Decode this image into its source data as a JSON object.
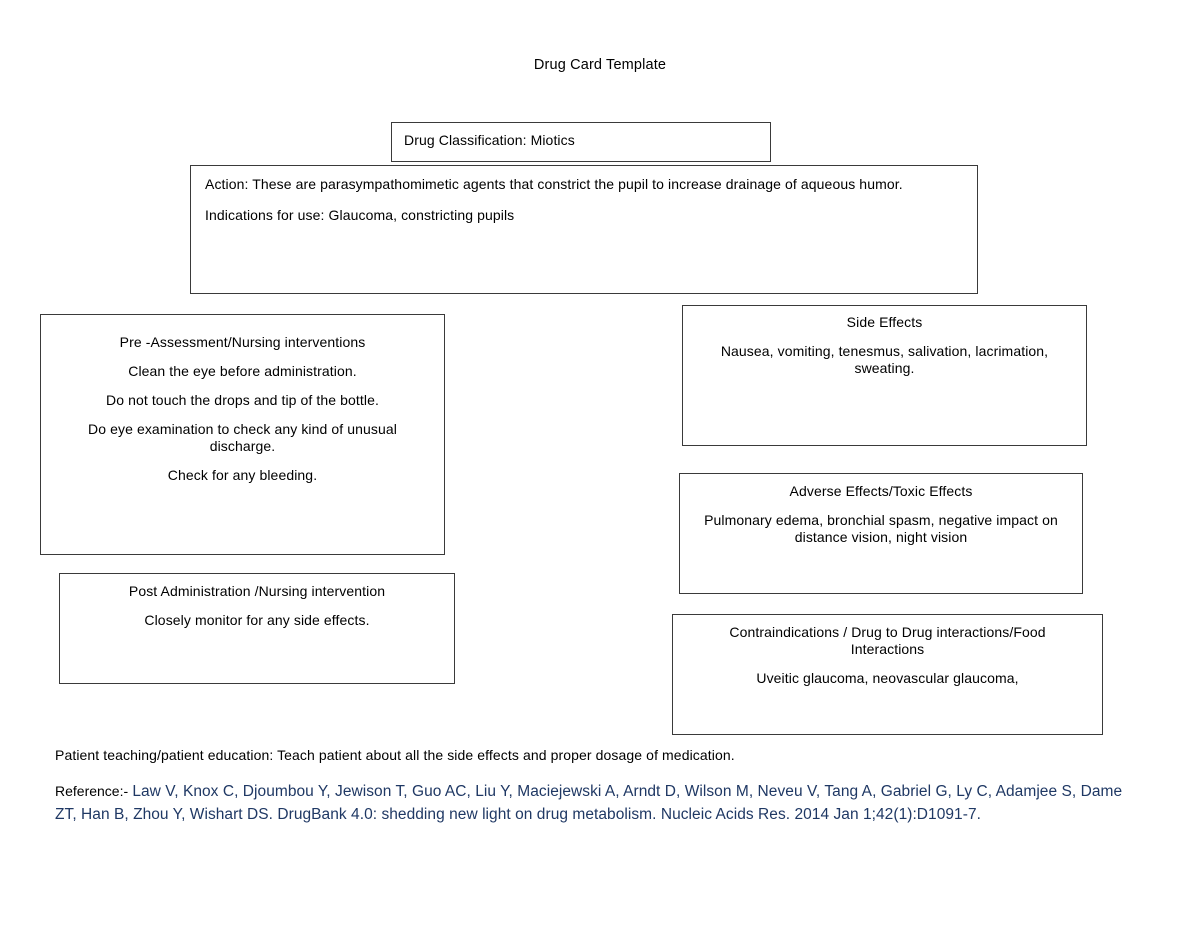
{
  "document": {
    "title": "Drug Card Template"
  },
  "boxes": {
    "classification": {
      "label": "Drug Classification: Miotics"
    },
    "action": {
      "action_line": "Action: These are parasympathomimetic agents that constrict the pupil to increase drainage of aqueous humor.",
      "indications_line": "Indications for use: Glaucoma, constricting pupils"
    },
    "pre_assessment": {
      "heading": "Pre -Assessment/Nursing interventions",
      "lines": [
        "Clean the eye before administration.",
        "Do not touch the drops and tip of the bottle.",
        "Do eye examination to check any kind of unusual discharge.",
        "Check for any bleeding."
      ]
    },
    "post_administration": {
      "heading": "Post Administration /Nursing intervention",
      "lines": [
        "Closely monitor for any side effects."
      ]
    },
    "side_effects": {
      "heading": "Side Effects",
      "lines": [
        "Nausea, vomiting, tenesmus, salivation, lacrimation, sweating."
      ]
    },
    "adverse_effects": {
      "heading": "Adverse Effects/Toxic Effects",
      "lines": [
        "Pulmonary edema, bronchial spasm, negative impact on distance vision, night vision"
      ]
    },
    "contraindications": {
      "heading": "Contraindications / Drug to Drug interactions/Food Interactions",
      "lines": [
        "Uveitic glaucoma, neovascular glaucoma,"
      ]
    }
  },
  "footer": {
    "patient_teaching": "Patient teaching/patient education:  Teach patient about all the side effects and proper dosage of medication.",
    "reference_label": "Reference:-",
    "reference_text": "Law V, Knox C, Djoumbou Y, Jewison T, Guo AC, Liu Y, Maciejewski A, Arndt D, Wilson M, Neveu V, Tang A, Gabriel G, Ly C, Adamjee S, Dame ZT, Han B, Zhou Y, Wishart DS. DrugBank 4.0: shedding new light on drug metabolism. Nucleic Acids Res. 2014 Jan 1;42(1):D1091-7."
  },
  "colors": {
    "reference_blue": "#1F3864",
    "box_border": "#3a3a3a",
    "text_black": "#000000",
    "page_background": "#ffffff"
  }
}
